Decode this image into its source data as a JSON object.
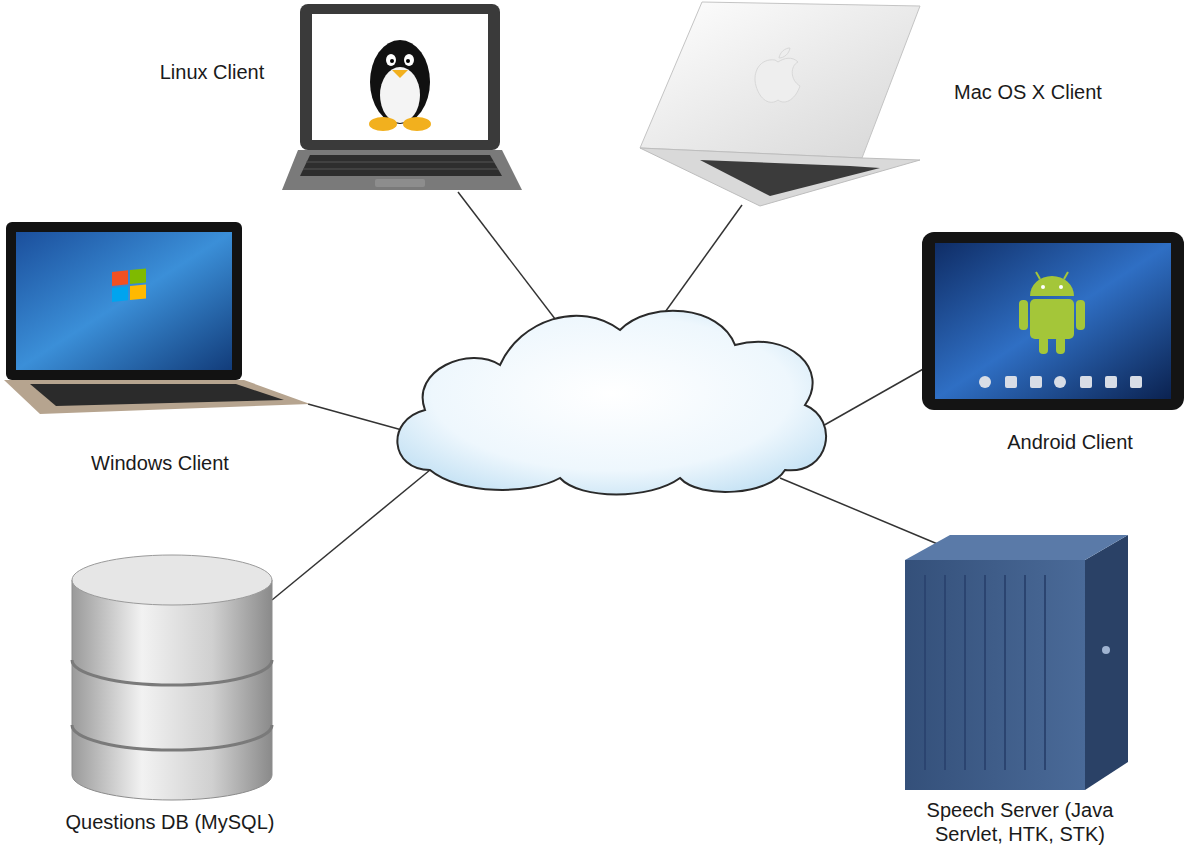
{
  "diagram": {
    "nodes": [
      {
        "text": [
          "Linux Client"
        ]
      },
      {
        "text": [
          "Mac OS X Client"
        ]
      },
      {
        "text": [
          "Windows Client"
        ]
      },
      {
        "text": [
          "Android Client"
        ]
      },
      {
        "text": [
          "Questions DB (MySQL)"
        ]
      },
      {
        "text": [
          "Speech Server (Java Servlet, HTK, STK)"
        ]
      }
    ]
  }
}
